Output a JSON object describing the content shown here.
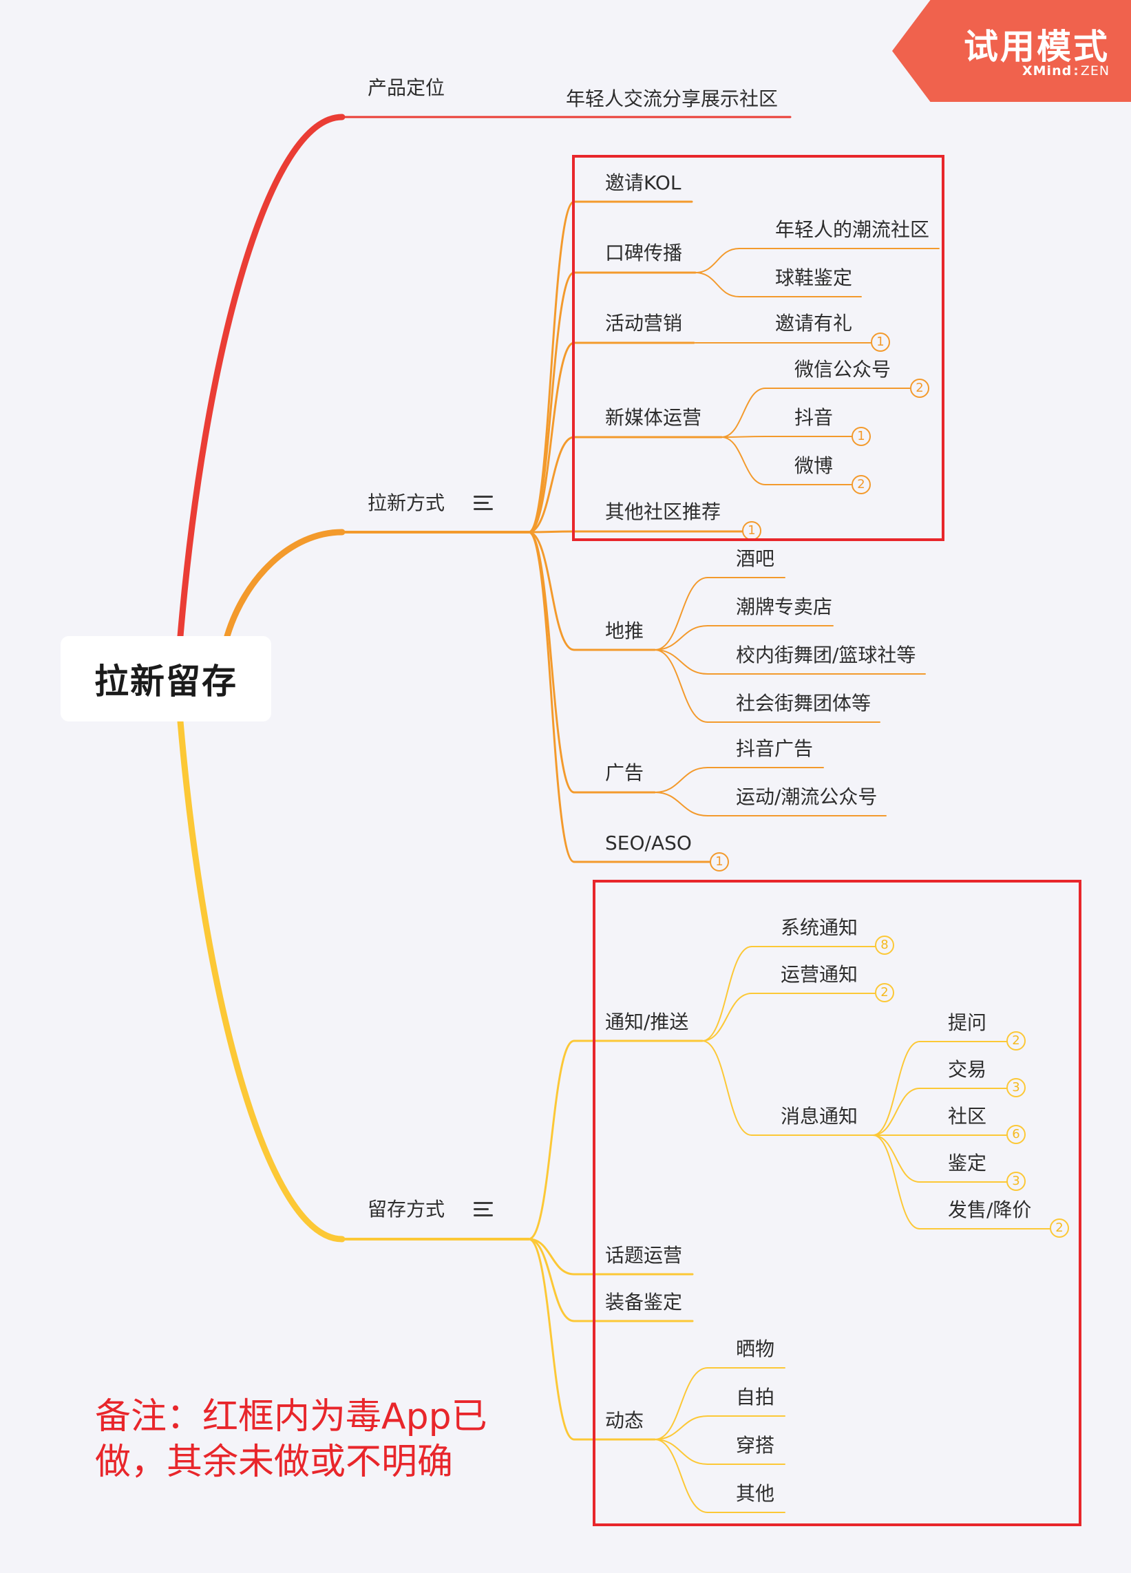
{
  "colors": {
    "background": "#f4f4f9",
    "branch_product": "#ea3d35",
    "branch_acquire": "#f39a2c",
    "branch_retain": "#fcc836",
    "highlight_frame": "#e8262b",
    "trial_badge": "#f0624d"
  },
  "trial": {
    "title": "试用模式",
    "brand": "XMind",
    "edition": "ZEN"
  },
  "mindmap": {
    "root": "拉新留存",
    "branches": {
      "product": {
        "label": "产品定位",
        "child": "年轻人交流分享展示社区"
      },
      "acquire": {
        "label": "拉新方式",
        "has_notes": true,
        "children": {
          "kol": {
            "label": "邀请KOL"
          },
          "wom": {
            "label": "口碑传播",
            "children": [
              "年轻人的潮流社区",
              "球鞋鉴定"
            ]
          },
          "event": {
            "label": "活动营销",
            "children": [
              {
                "label": "邀请有礼",
                "badge": "1"
              }
            ]
          },
          "media": {
            "label": "新媒体运营",
            "children": [
              {
                "label": "微信公众号",
                "badge": "2"
              },
              {
                "label": "抖音",
                "badge": "1"
              },
              {
                "label": "微博",
                "badge": "2"
              }
            ]
          },
          "other": {
            "label": "其他社区推荐",
            "badge": "1"
          },
          "ground": {
            "label": "地推",
            "children": [
              "酒吧",
              "潮牌专卖店",
              "校内街舞团/篮球社等",
              "社会街舞团体等"
            ]
          },
          "ads": {
            "label": "广告",
            "children": [
              "抖音广告",
              "运动/潮流公众号"
            ]
          },
          "seo": {
            "label": "SEO/ASO",
            "badge": "1"
          }
        }
      },
      "retain": {
        "label": "留存方式",
        "has_notes": true,
        "children": {
          "notify": {
            "label": "通知/推送",
            "children": {
              "system": {
                "label": "系统通知",
                "badge": "8"
              },
              "ops": {
                "label": "运营通知",
                "badge": "2"
              },
              "message": {
                "label": "消息通知",
                "children": [
                  {
                    "label": "提问",
                    "badge": "2"
                  },
                  {
                    "label": "交易",
                    "badge": "3"
                  },
                  {
                    "label": "社区",
                    "badge": "6"
                  },
                  {
                    "label": "鉴定",
                    "badge": "3"
                  },
                  {
                    "label": "发售/降价",
                    "badge": "2"
                  }
                ]
              }
            }
          },
          "topic": {
            "label": "话题运营"
          },
          "gear": {
            "label": "装备鉴定"
          },
          "feed": {
            "label": "动态",
            "children": [
              "晒物",
              "自拍",
              "穿搭",
              "其他"
            ]
          }
        }
      }
    }
  },
  "remark": "备注：红框内为毒App已做，其余未做或不明确"
}
